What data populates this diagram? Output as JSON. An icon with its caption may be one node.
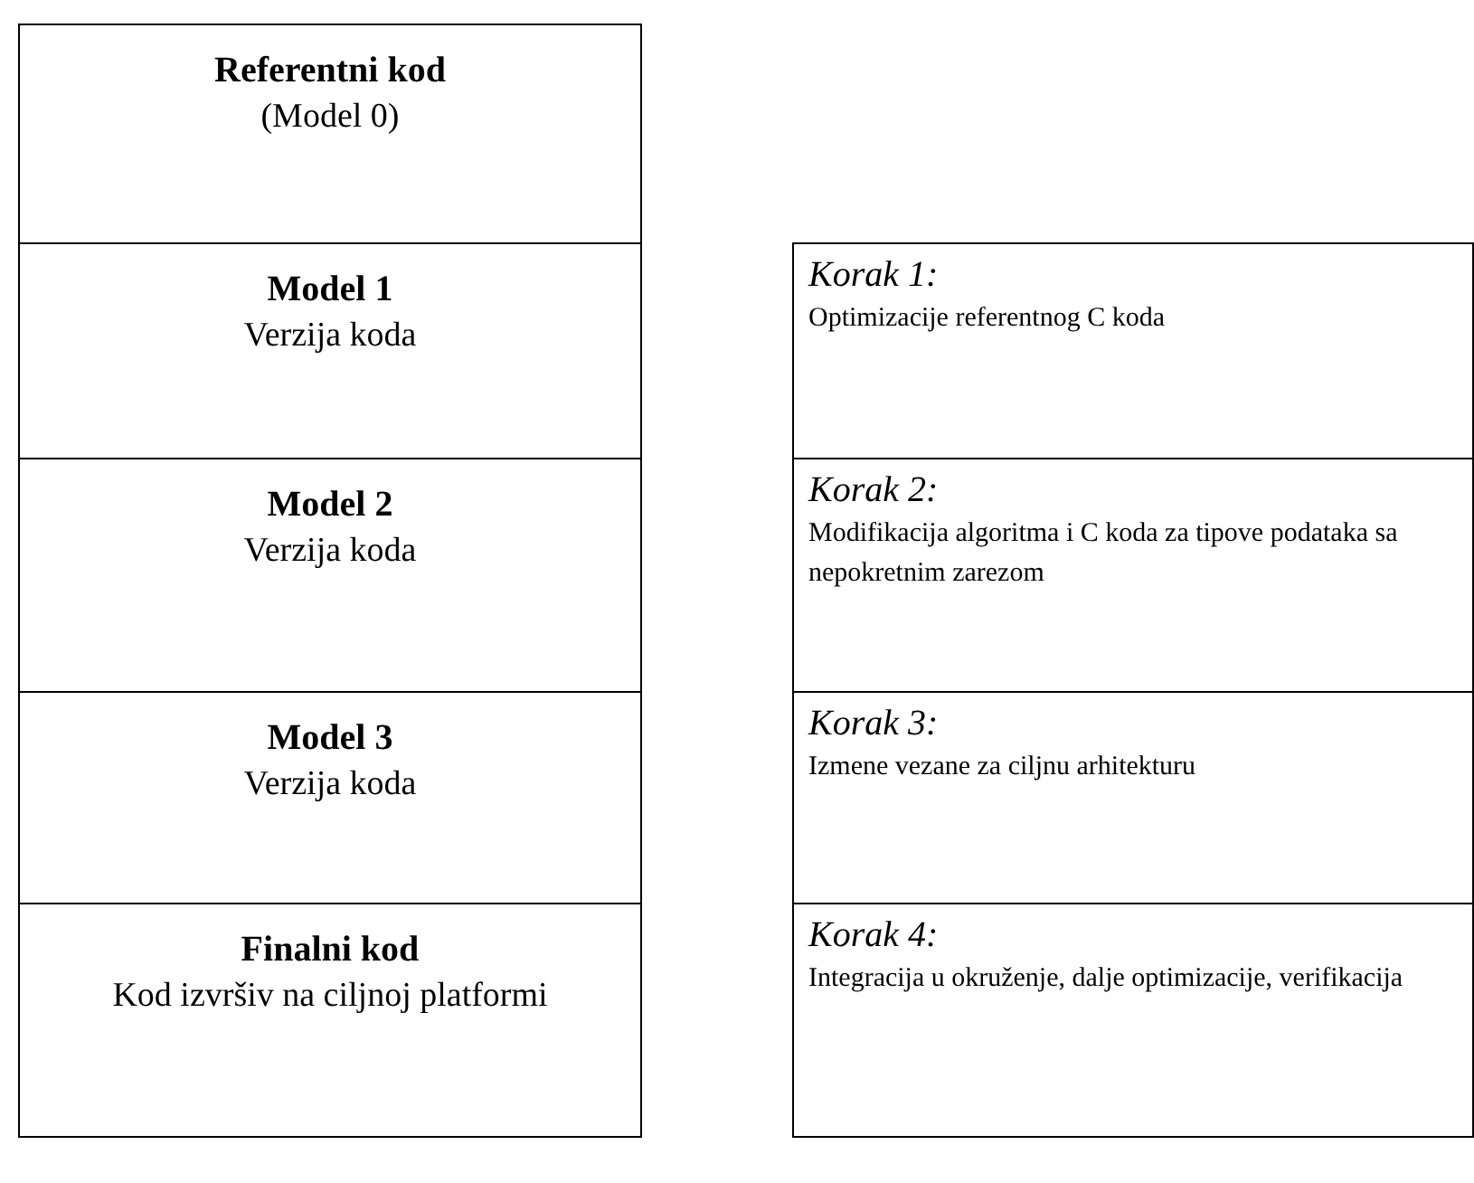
{
  "diagram": {
    "nodes": [
      {
        "text": [
          "Referentni kod",
          "(Model 0)"
        ]
      },
      {
        "text": [
          "Model 1",
          "Verzija koda"
        ]
      },
      {
        "text": [
          "Model 2",
          "Verzija koda"
        ]
      },
      {
        "text": [
          "Model 3",
          "Verzija koda"
        ]
      },
      {
        "text": [
          "Finalni kod",
          "Kod izvršiv na ciljnoj platformi"
        ]
      },
      {
        "text": [
          "Korak 1:",
          "Optimizacije referentnog C koda"
        ]
      },
      {
        "text": [
          "Korak 2:",
          "Modifikacija algoritma i C koda za tipove podataka sa nepokretnim zarezom"
        ]
      },
      {
        "text": [
          "Korak 3:",
          "Izmene vezane za ciljnu arhitekturu"
        ]
      },
      {
        "text": [
          "Korak 4:",
          "Integracija u okruženje, dalje optimizacije, verifikacija"
        ]
      }
    ],
    "edges": []
  }
}
